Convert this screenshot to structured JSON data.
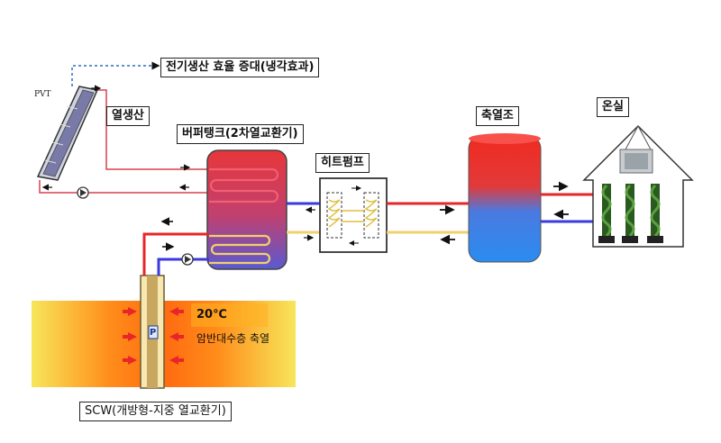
{
  "labels": {
    "pvt": "PVT",
    "electric": "전기생산 효율 증대(냉각효과)",
    "heat_production": "열생산",
    "buffer_tank": "버퍼탱크(2차열교환기)",
    "heat_pump": "히트펌프",
    "storage_tank": "축열조",
    "greenhouse": "온실",
    "temperature": "20℃",
    "aquifer_storage": "암반대수층 축열",
    "scw": "SCW(개방형-지중 열교환기)",
    "pump_p": "P"
  },
  "colors": {
    "hot": "#e8262a",
    "cold": "#3a3ae0",
    "warm_line": "#f0d070",
    "ground_outer": "#f5e85a",
    "ground_inner": "#ff7a1a",
    "dashed": "#2c6fbf"
  }
}
